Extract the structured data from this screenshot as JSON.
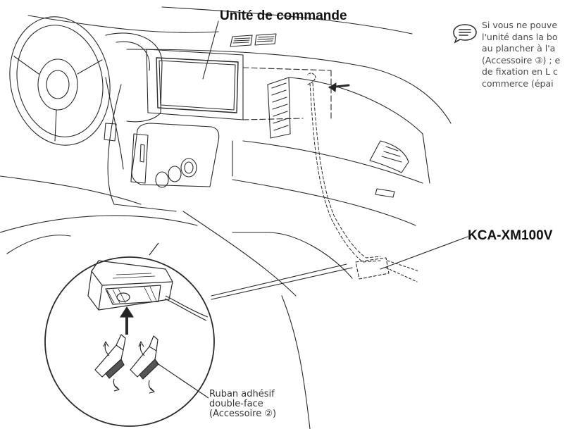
{
  "labels": {
    "control_unit": "Unité de commande",
    "tuner": "KCA-XM100V"
  },
  "note": {
    "lines": [
      "Si vous ne pouve",
      "l'unité dans la bo",
      "au plancher à l'a",
      "(Accessoire ③) ; e",
      "de fixation en L c",
      "commerce (épai"
    ]
  },
  "tape": {
    "lines": [
      "Ruban adhésif",
      "double-face",
      "(Accessoire ②)"
    ]
  },
  "icons": {
    "note": "note-icon"
  }
}
